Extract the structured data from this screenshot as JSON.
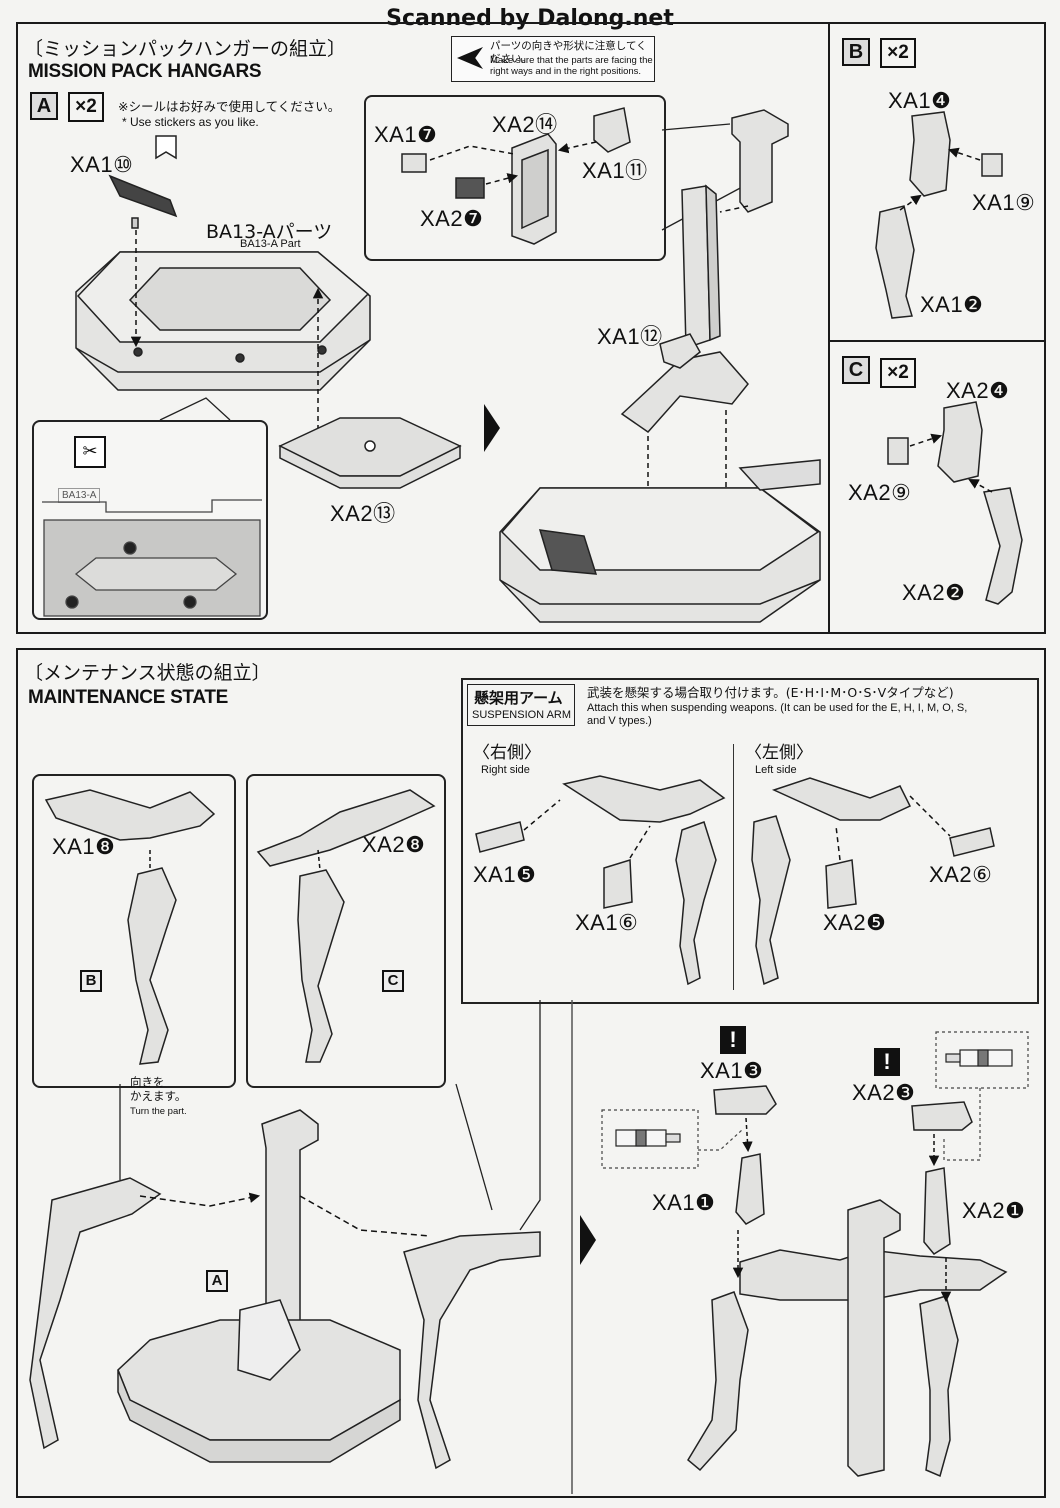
{
  "watermark": "Scanned by Dalong.net",
  "mission": {
    "title_jp": "〔ミッションパックハンガーの組立〕",
    "title_en": "MISSION PACK HANGARS",
    "notice_jp": "パーツの向きや形状に注意してください。",
    "notice_en1": "Make sure that the parts are facing the",
    "notice_en2": "right ways and in the right positions.",
    "step_a": {
      "letter": "A",
      "mult": "×2"
    },
    "sticker_jp": "※シールはお好みで使用してください。",
    "sticker_en": "* Use stickers as you like.",
    "part_xa1_10": "XA1⑩",
    "ba13_jp": "BA13-Aパーツ",
    "ba13_en": "BA13-A Part",
    "runner_tag": "BA13-A",
    "part_xa2_13": "XA2⑬",
    "detail": {
      "xa1_7": "XA1❼",
      "xa2_14": "XA2⑭",
      "xa1_11": "XA1⑪",
      "xa2_7": "XA2❼"
    },
    "part_xa1_12": "XA1⑫"
  },
  "step_b": {
    "letter": "B",
    "mult": "×2",
    "xa1_4": "XA1❹",
    "xa1_9": "XA1⑨",
    "xa1_2": "XA1❷"
  },
  "step_c": {
    "letter": "C",
    "mult": "×2",
    "xa2_4": "XA2❹",
    "xa2_9": "XA2⑨",
    "xa2_2": "XA2❷"
  },
  "maintenance": {
    "title_jp": "〔メンテナンス状態の組立〕",
    "title_en": "MAINTENANCE STATE",
    "left_box": {
      "part": "XA1❽",
      "tag": "B",
      "turn_jp1": "向きを",
      "turn_jp2": "かえます。",
      "turn_en": "Turn the part."
    },
    "right_box": {
      "part": "XA2❽",
      "tag": "C"
    },
    "assembly_tag": "A",
    "suspension": {
      "title_jp": "懸架用アーム",
      "title_en": "SUSPENSION ARM",
      "desc_jp": "武装を懸架する場合取り付けます。(E･H･I･M･O･S･Vタイプなど)",
      "desc_en1": "Attach this when suspending weapons. (It can be used for the E, H, I, M, O, S,",
      "desc_en2": "and V types.)",
      "right_jp": "〈右側〉",
      "right_en": "Right side",
      "left_jp": "〈左側〉",
      "left_en": "Left side",
      "xa1_5": "XA1❺",
      "xa1_6": "XA1⑥",
      "xa2_6": "XA2⑥",
      "xa2_5": "XA2❺"
    },
    "final": {
      "xa1_3": "XA1❸",
      "xa2_3": "XA2❸",
      "xa1_1": "XA1❶",
      "xa2_1": "XA2❶",
      "warn": "!"
    }
  }
}
